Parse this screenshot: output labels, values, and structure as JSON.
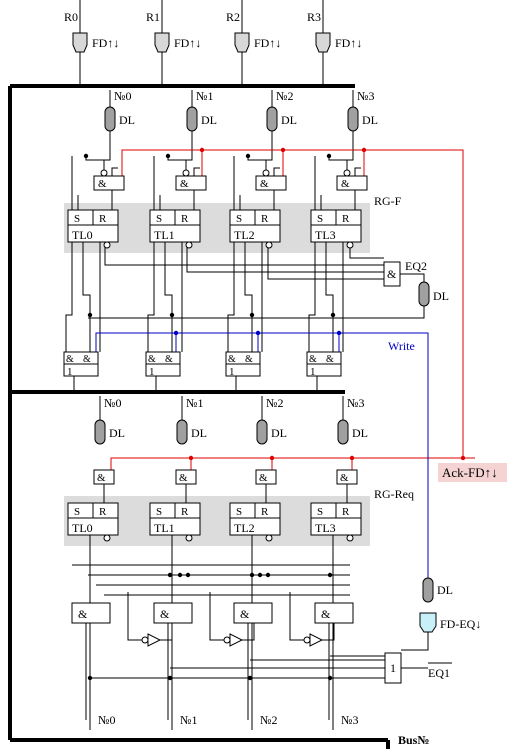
{
  "inputs": [
    "R0",
    "R1",
    "R2",
    "R3"
  ],
  "fd_label": "FD↑↓",
  "num_labels": [
    "№0",
    "№1",
    "№2",
    "№3"
  ],
  "dl_label": "DL",
  "and_symbol": "&",
  "or_symbol": "1",
  "set_label": "S",
  "reset_label": "R",
  "tl_labels": [
    "TL0",
    "TL1",
    "TL2",
    "TL3"
  ],
  "rg_f_label": "RG-F",
  "rg_req_label": "RG-Req",
  "eq2_label": "EQ2",
  "write_label": "Write",
  "ack_label": "Ack-FD↑↓",
  "fd_eq_label": "FD-EQ↓",
  "eq1_label": "EQ1",
  "bus_outputs": [
    "№0",
    "№1",
    "№2",
    "№3"
  ],
  "bus_label": "Bus№",
  "colors": {
    "line": "#000000",
    "red": "#e00000",
    "blue": "#0000c8",
    "register_bg": "#dcdcdc",
    "ack_bg": "#f6d3d3",
    "fd_eq_fill": "#c8f0f8"
  }
}
